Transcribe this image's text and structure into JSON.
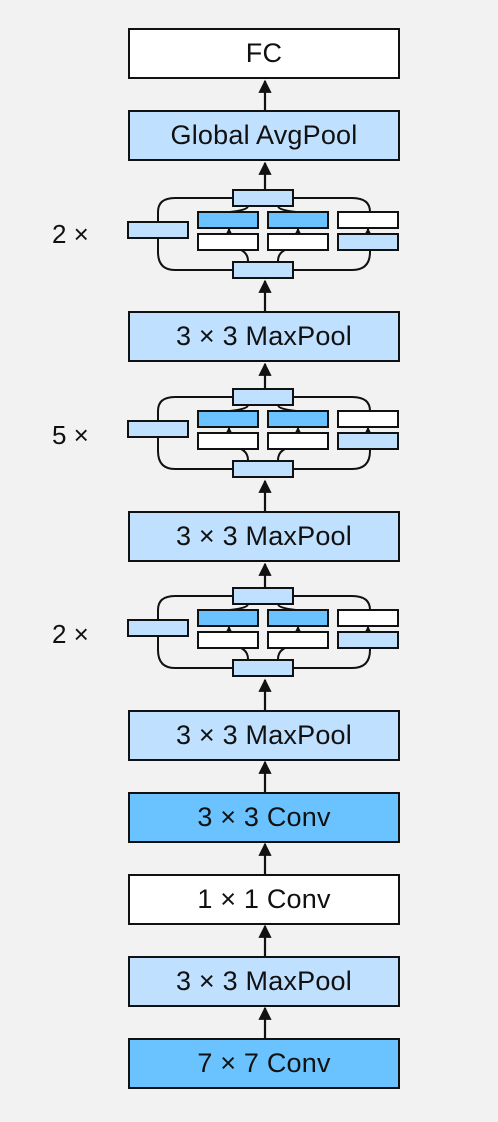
{
  "colors": {
    "dark_blue": "#6ac3ff",
    "light_blue": "#bfe0ff",
    "white": "#ffffff",
    "stroke": "#111111"
  },
  "layers": [
    {
      "label": "FC",
      "fill": "white"
    },
    {
      "label": "Global AvgPool",
      "fill": "light_blue"
    },
    {
      "kind": "inception",
      "repeat": "2 ×"
    },
    {
      "label": "3 × 3 MaxPool",
      "fill": "light_blue"
    },
    {
      "kind": "inception",
      "repeat": "5 ×"
    },
    {
      "label": "3 × 3 MaxPool",
      "fill": "light_blue"
    },
    {
      "kind": "inception",
      "repeat": "2 ×"
    },
    {
      "label": "3 × 3 MaxPool",
      "fill": "light_blue"
    },
    {
      "label": "3 × 3 Conv",
      "fill": "dark_blue"
    },
    {
      "label": "1 × 1 Conv",
      "fill": "white"
    },
    {
      "label": "3 × 3 MaxPool",
      "fill": "light_blue"
    },
    {
      "label": "7 × 7 Conv",
      "fill": "dark_blue"
    }
  ]
}
